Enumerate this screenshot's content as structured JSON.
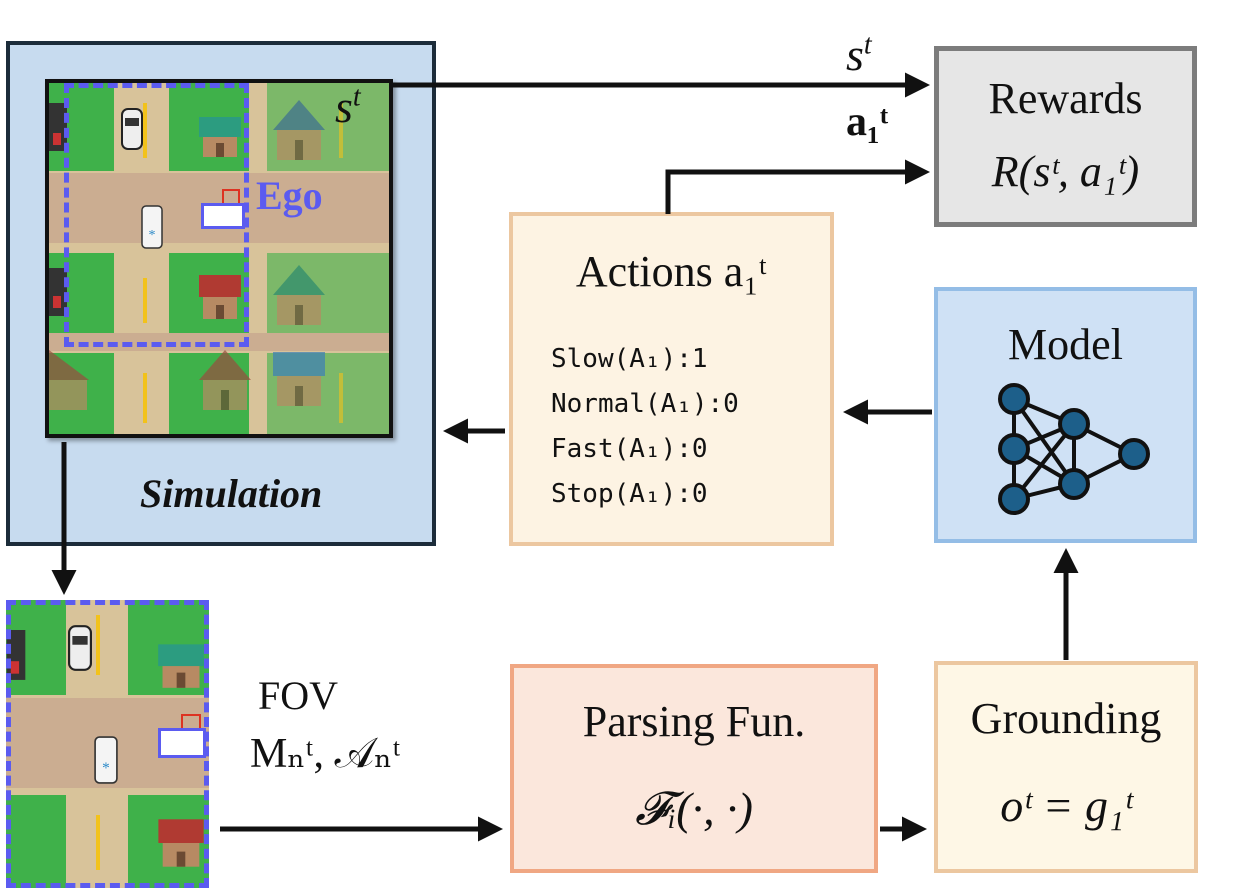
{
  "simulation": {
    "label": "Simulation",
    "state_label": "s^t",
    "ego_label": "Ego",
    "fov_label": "FOV",
    "fov_math": "Mₙᵗ, 𝒜ₙᵗ"
  },
  "arrows": {
    "state_label": "s^t",
    "action_label": "a₁ᵗ"
  },
  "rewards": {
    "title": "Rewards",
    "formula": "R(sᵗ, a₁ᵗ)"
  },
  "actions": {
    "title": "Actions a₁ᵗ",
    "items": [
      "Slow(A₁):1",
      "Normal(A₁):0",
      "Fast(A₁):0",
      "Stop(A₁):0"
    ]
  },
  "model": {
    "title": "Model"
  },
  "parsing": {
    "title": "Parsing Fun.",
    "formula": "𝓕ᵢ(·, ·)"
  },
  "grounding": {
    "title": "Grounding",
    "formula": "oᵗ = g₁ᵗ"
  },
  "colors": {
    "simulation_bg": "#c7dbef",
    "simulation_border": "#1c2c3a",
    "ego_blue": "#5b5bf0",
    "rewards_bg": "#e6e6e6",
    "model_bg": "#cfe1f5",
    "actions_bg": "#fdf3e3",
    "parsing_bg": "#fbe7dc",
    "grounding_bg": "#fef7e6"
  }
}
